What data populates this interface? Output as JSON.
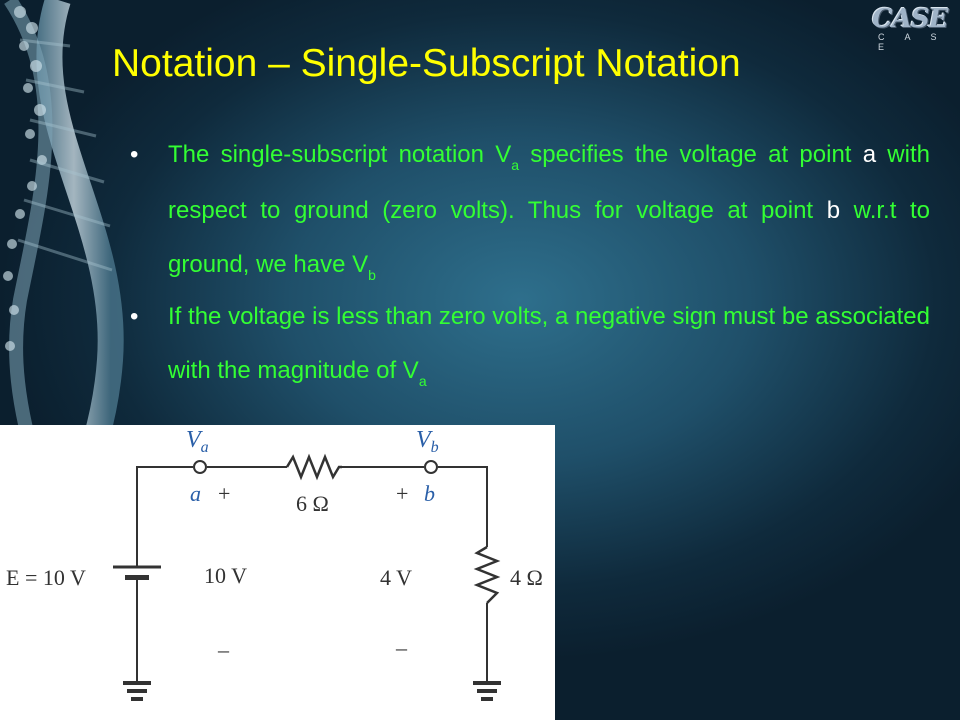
{
  "slide": {
    "title": "Notation – Single-Subscript Notation",
    "logo": {
      "main": "CASE",
      "sub": "C A S E"
    },
    "bullets": [
      {
        "dot": "•",
        "p1": "The single-subscript notation V",
        "p1_sub": "a",
        "p2": " specifies the voltage at point ",
        "p2_var": "a",
        "p3": " with respect to ground (zero volts). Thus for voltage at point ",
        "p3_var": "b",
        "p4": " w.r.t to ground, we have V",
        "p4_sub": "b"
      },
      {
        "dot": "•",
        "p1": "If the voltage is less than zero volts, a negative sign must be associated with the magnitude of V",
        "p1_sub": "a"
      }
    ]
  },
  "circuit": {
    "source_label": "E = 10 V",
    "node_a_voltage": "V",
    "node_a_voltage_sub": "a",
    "node_b_voltage": "V",
    "node_b_voltage_sub": "b",
    "node_a": "a",
    "node_b": "b",
    "plus": "+",
    "minus": "–",
    "r1_label": "6 Ω",
    "r2_label": "4 Ω",
    "v_left": "10 V",
    "v_right": "4 V"
  }
}
